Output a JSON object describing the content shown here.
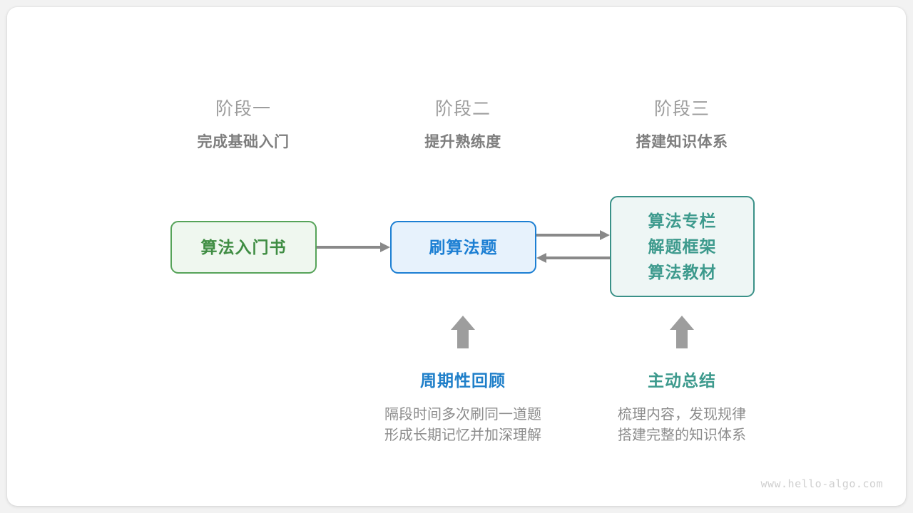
{
  "diagram": {
    "title_watermark": "www.hello-algo.com",
    "stages": [
      {
        "name": "阶段一",
        "subtitle": "完成基础入门"
      },
      {
        "name": "阶段二",
        "subtitle": "提升熟练度"
      },
      {
        "name": "阶段三",
        "subtitle": "搭建知识体系"
      }
    ],
    "nodes": [
      {
        "id": "book",
        "lines": [
          "算法入门书"
        ],
        "fill": "#eff7ef",
        "border": "#56a359",
        "text": "#3f8d43"
      },
      {
        "id": "practice",
        "lines": [
          "刷算法题"
        ],
        "fill": "#e7f2fc",
        "border": "#1c7fd3",
        "text": "#1c7fd3"
      },
      {
        "id": "resources",
        "lines": [
          "算法专栏",
          "解题框架",
          "算法教材"
        ],
        "fill": "#eef6f5",
        "border": "#3a9188",
        "text": "#3d9a8d"
      }
    ],
    "connectors": [
      {
        "id": "book-to-practice",
        "direction": "right",
        "color": "#898989"
      },
      {
        "id": "practice-to-resources",
        "direction": "right",
        "color": "#898989"
      },
      {
        "id": "resources-to-practice",
        "direction": "left",
        "color": "#898989"
      }
    ],
    "annotations": [
      {
        "id": "periodic-review",
        "title": "周期性回顾",
        "accent": "#1f7fc9",
        "desc_line1": "隔段时间多次刷同一道题",
        "desc_line2": "形成长期记忆并加深理解"
      },
      {
        "id": "active-summary",
        "title": "主动总结",
        "accent": "#3d9a8d",
        "desc_line1": "梳理内容，发现规律",
        "desc_line2": "搭建完整的知识体系"
      }
    ]
  }
}
